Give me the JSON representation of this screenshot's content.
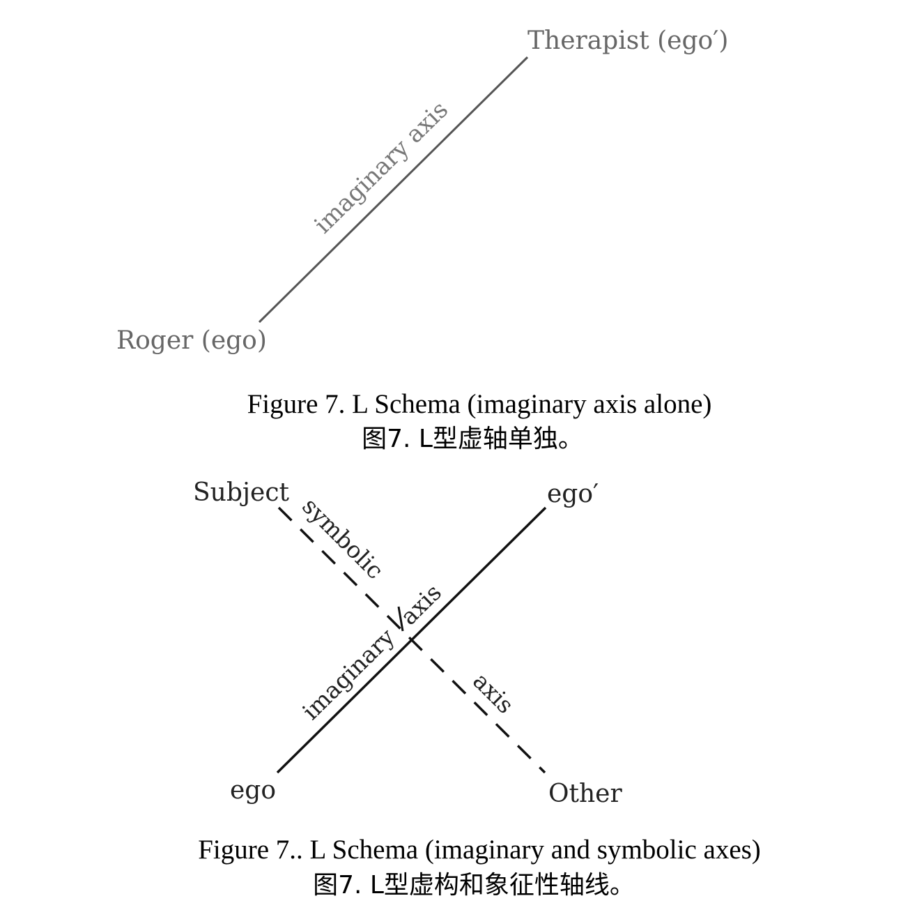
{
  "figure1": {
    "nodes": {
      "top_right": "Therapist (ego′)",
      "bottom_left": "Roger (ego)"
    },
    "axis_label": "imaginary axis",
    "caption_en": "Figure 7. L Schema (imaginary axis alone)",
    "caption_zh": "图7. L型虚轴单独。",
    "line_color": "#555555"
  },
  "figure2": {
    "nodes": {
      "top_left": "Subject",
      "top_right": "ego′",
      "bottom_left": "ego",
      "bottom_right": "Other"
    },
    "imaginary_label_a": "imaginary",
    "imaginary_label_b": "axis",
    "symbolic_label_a": "symbolic",
    "symbolic_label_b": "axis",
    "caption_en": "Figure 7.. L Schema (imaginary and symbolic axes)",
    "caption_zh": "图7. L型虚构和象征性轴线。",
    "line_color": "#111111"
  }
}
